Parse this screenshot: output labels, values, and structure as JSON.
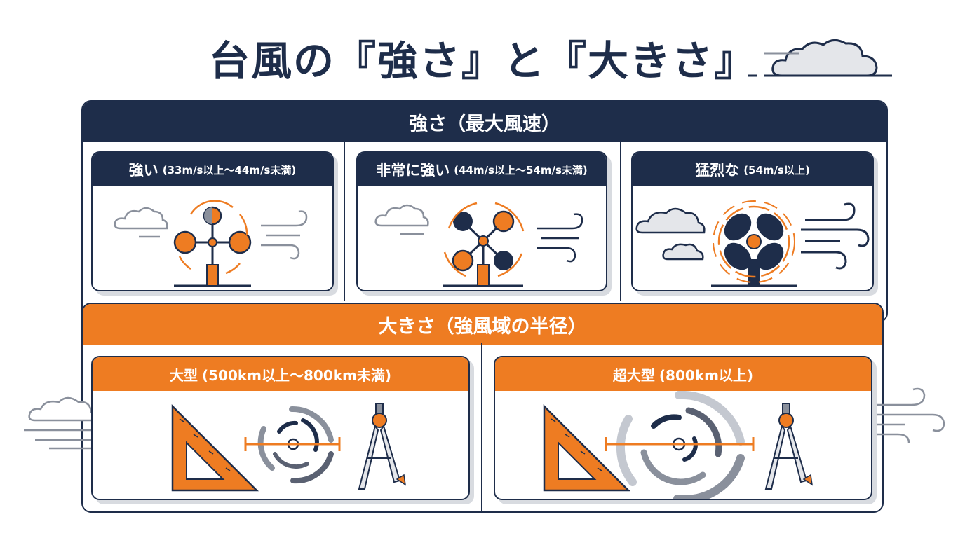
{
  "title": "台風の『強さ』と『大きさ』",
  "colors": {
    "navy": "#1e2d4a",
    "orange": "#ee7c22",
    "gray": "#8a909c"
  },
  "strength": {
    "header": "強さ（最大風速）",
    "cards": [
      {
        "name": "強い",
        "range": "(33m/s以上〜44m/s未満)"
      },
      {
        "name": "非常に強い",
        "range": "(44m/s以上〜54m/s未満)"
      },
      {
        "name": "猛烈な",
        "range": "(54m/s以上)"
      }
    ]
  },
  "size": {
    "header": "大きさ（強風域の半径）",
    "cards": [
      {
        "name": "大型",
        "range": "(500km以上〜800km未満)"
      },
      {
        "name": "超大型",
        "range": "(800km以上)"
      }
    ]
  }
}
